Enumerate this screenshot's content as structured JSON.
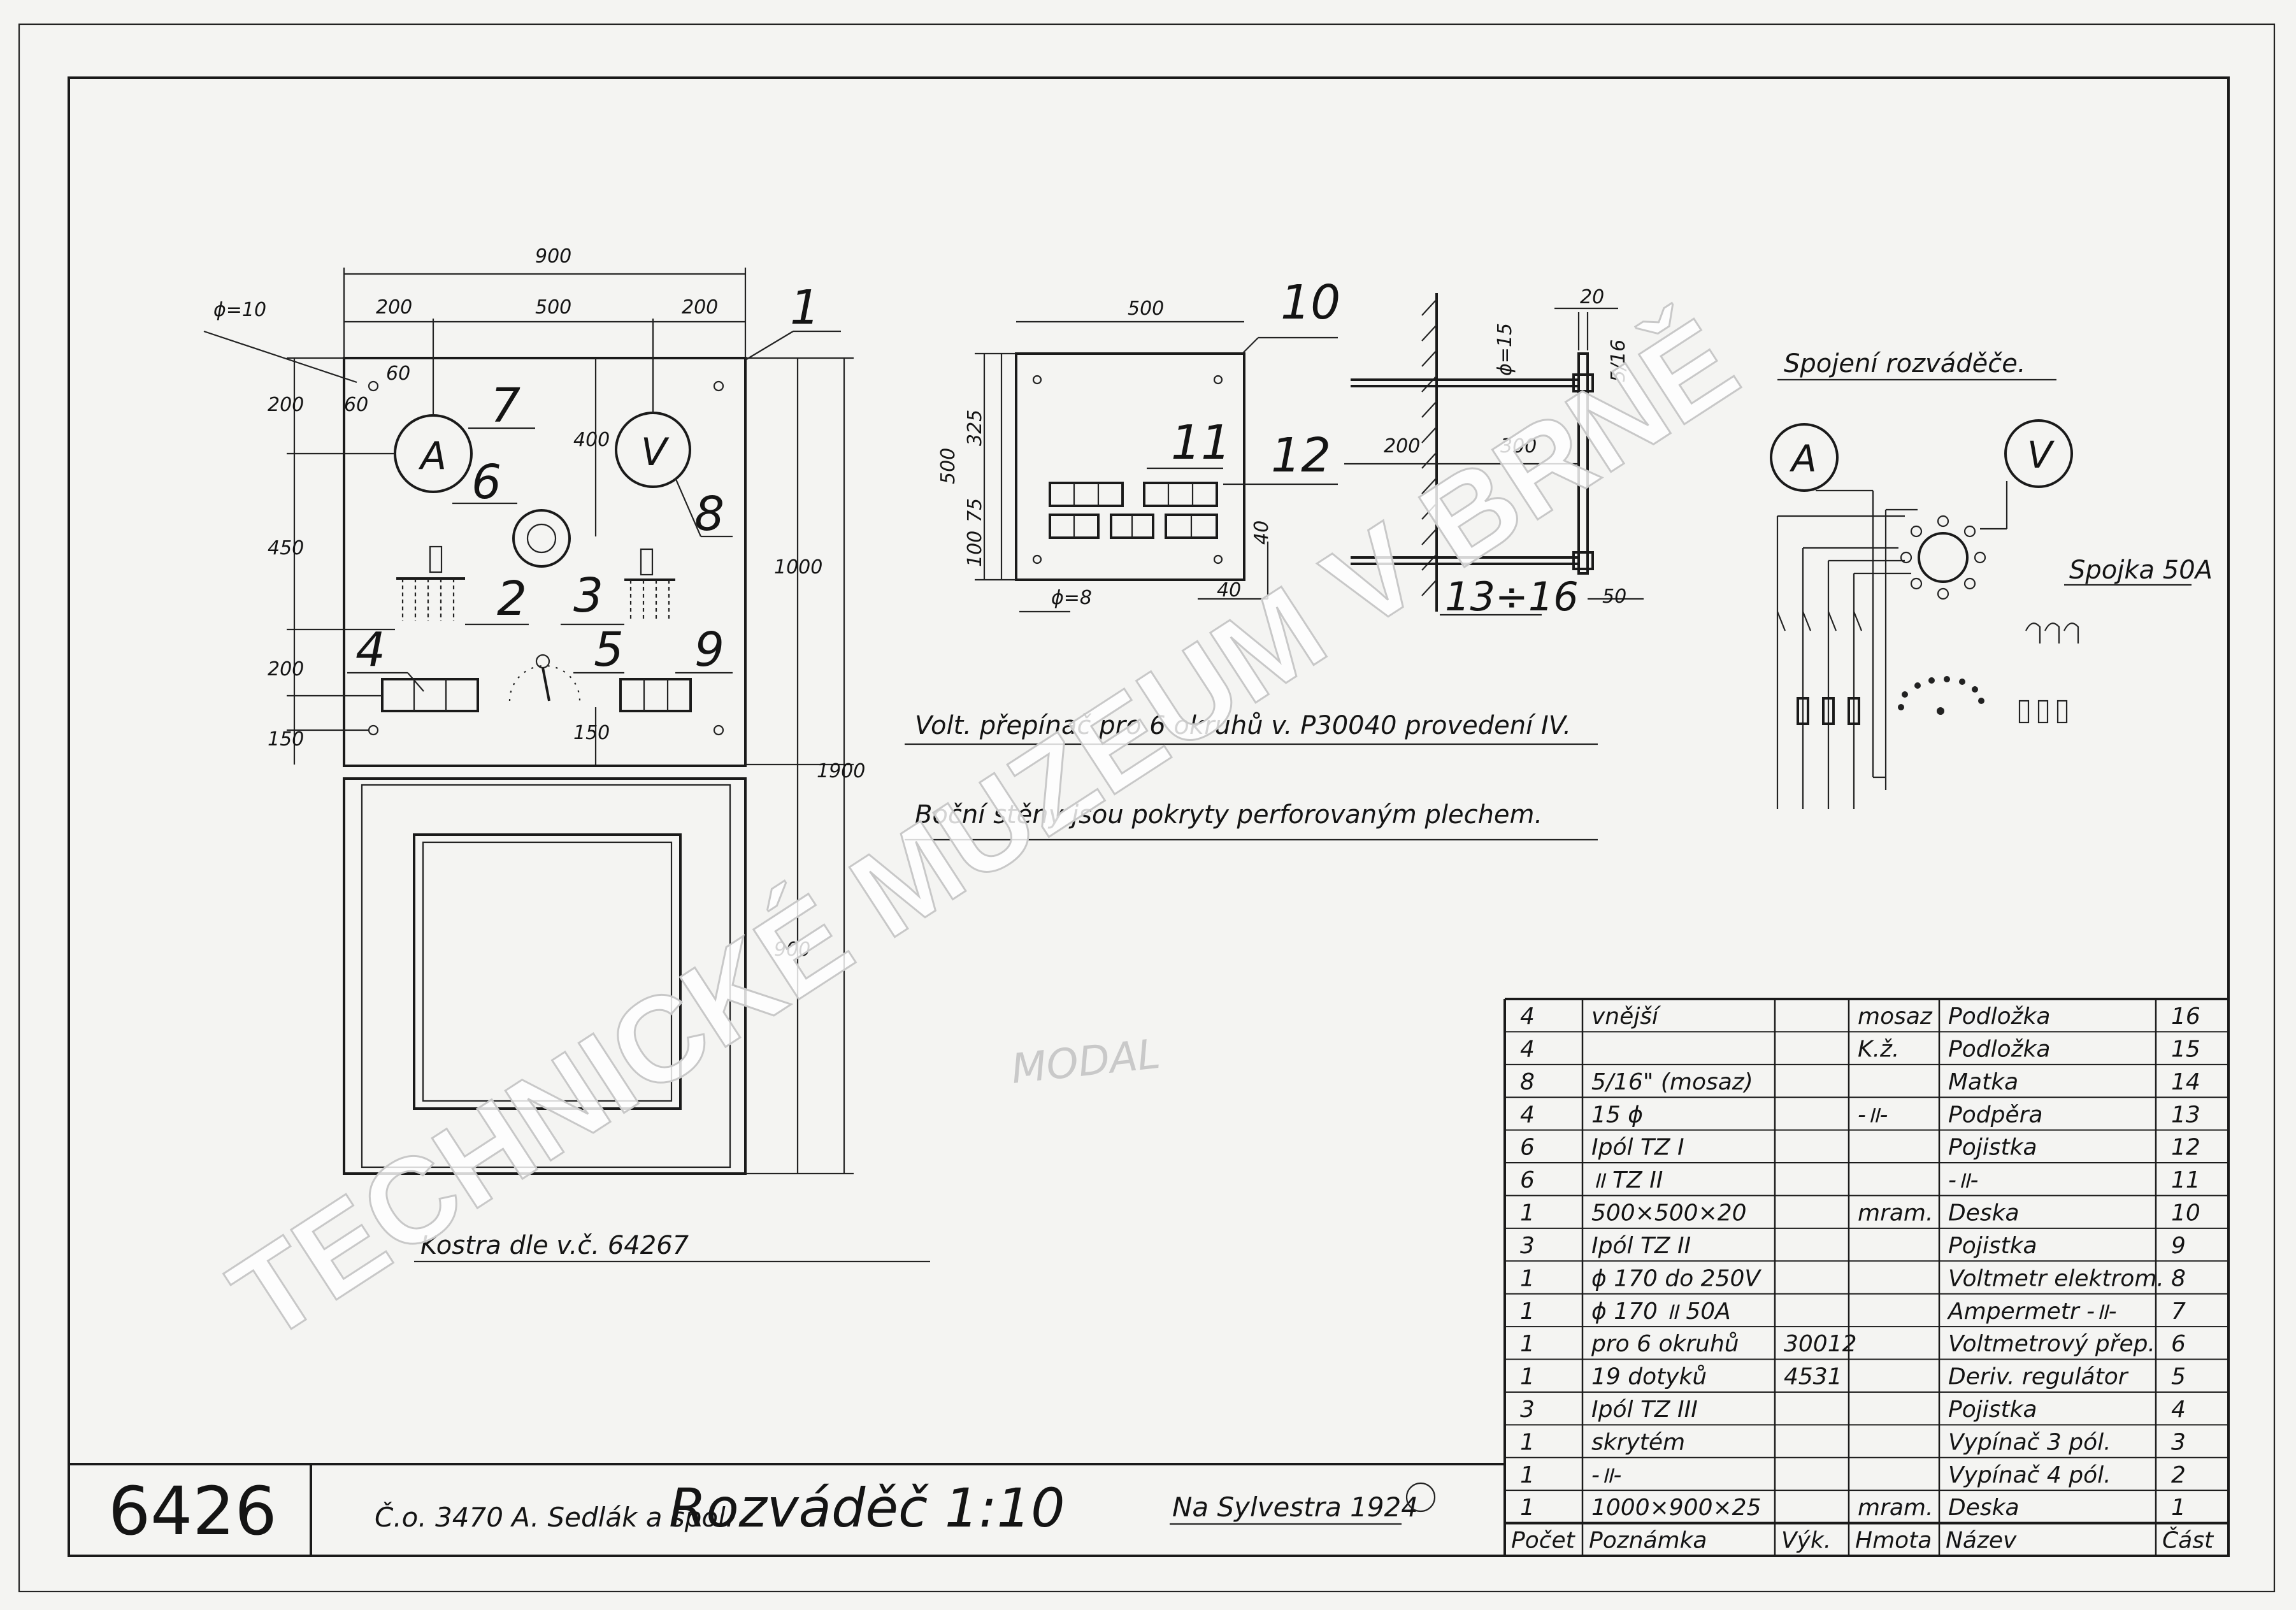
{
  "drawing": {
    "number": "6426",
    "order_no": "Č.o. 3470 A. Sedlák a spol.",
    "title": "Rozváděč 1:10",
    "signature": "Na Sylvestra 1924",
    "frame_note": "Kostra dle v.č. 64267",
    "note_switch": "Volt. přepínač pro 6 okruhů v. P30040 provedení IV.",
    "note_sides": "Boční stěny jsou pokryty perforovaným plechem.",
    "connection_title": "Spojení rozváděče.",
    "coupler_label": "Spojka 50A",
    "section_label": "13÷16",
    "faint_text": "MODAL",
    "watermark": "TECHNICKÉ MUZEUM V BRNĚ"
  },
  "front_view": {
    "dims": {
      "total_width": "900",
      "left": "200",
      "middle": "500",
      "right": "200",
      "hole": "ϕ=10",
      "h200a": "200",
      "h450": "450",
      "h200b": "200",
      "h150a": "150",
      "h150b": "150",
      "h400": "400",
      "h1000": "1000",
      "h1900": "1900",
      "h900": "900",
      "s60a": "60",
      "s60b": "60"
    },
    "meters": {
      "ammeter": "A",
      "voltmeter": "V"
    },
    "item_labels": [
      "1",
      "2",
      "3",
      "4",
      "5",
      "6",
      "7",
      "8",
      "9"
    ]
  },
  "plate_view": {
    "dims": {
      "width": "500",
      "height": "500",
      "h325": "325",
      "h75": "75",
      "h100": "100",
      "d40a": "40",
      "d40b": "40",
      "hole": "ϕ=8"
    },
    "item_labels": [
      "10",
      "11",
      "12"
    ]
  },
  "section_view": {
    "dims": {
      "d20": "20",
      "d516": "5/16",
      "d15": "ϕ=15",
      "d200": "200",
      "d300": "300",
      "d50": "50"
    }
  },
  "wiring": {
    "ammeter": "A",
    "voltmeter": "V"
  },
  "parts_table": {
    "headers": [
      "Počet",
      "Poznámka",
      "Výk.",
      "Hmota",
      "Název",
      "Část"
    ],
    "rows": [
      [
        "4",
        "vnější",
        "",
        "mosaz",
        "Podložka",
        "16"
      ],
      [
        "4",
        "",
        "",
        "K.ž.",
        "Podložka",
        "15"
      ],
      [
        "8",
        "5/16\" (mosaz)",
        "",
        "",
        "Matka",
        "14"
      ],
      [
        "4",
        "15 ϕ",
        "",
        "-॥-",
        "Podpěra",
        "13"
      ],
      [
        "6",
        "Ipól TZ I",
        "",
        "",
        "Pojistka",
        "12"
      ],
      [
        "6",
        "॥ TZ II",
        "",
        "",
        "-॥-",
        "11"
      ],
      [
        "1",
        "500×500×20",
        "",
        "mram.",
        "Deska",
        "10"
      ],
      [
        "3",
        "Ipól TZ II",
        "",
        "",
        "Pojistka",
        "9"
      ],
      [
        "1",
        "ϕ 170 do 250V",
        "",
        "",
        "Voltmetr elektrom.",
        "8"
      ],
      [
        "1",
        "ϕ 170 ॥ 50A",
        "",
        "",
        "Ampermetr -॥-",
        "7"
      ],
      [
        "1",
        "pro 6 okruhů",
        "30012",
        "",
        "Voltmetrový přep.",
        "6"
      ],
      [
        "1",
        "19 dotyků",
        "4531",
        "",
        "Deriv. regulátor",
        "5"
      ],
      [
        "3",
        "Ipól TZ III",
        "",
        "",
        "Pojistka",
        "4"
      ],
      [
        "1",
        "skrytém",
        "",
        "",
        "Vypínač 3 pól.",
        "3"
      ],
      [
        "1",
        "-॥-",
        "",
        "",
        "Vypínač 4 pól.",
        "2"
      ],
      [
        "1",
        "1000×900×25",
        "",
        "mram.",
        "Deska",
        "1"
      ]
    ]
  }
}
